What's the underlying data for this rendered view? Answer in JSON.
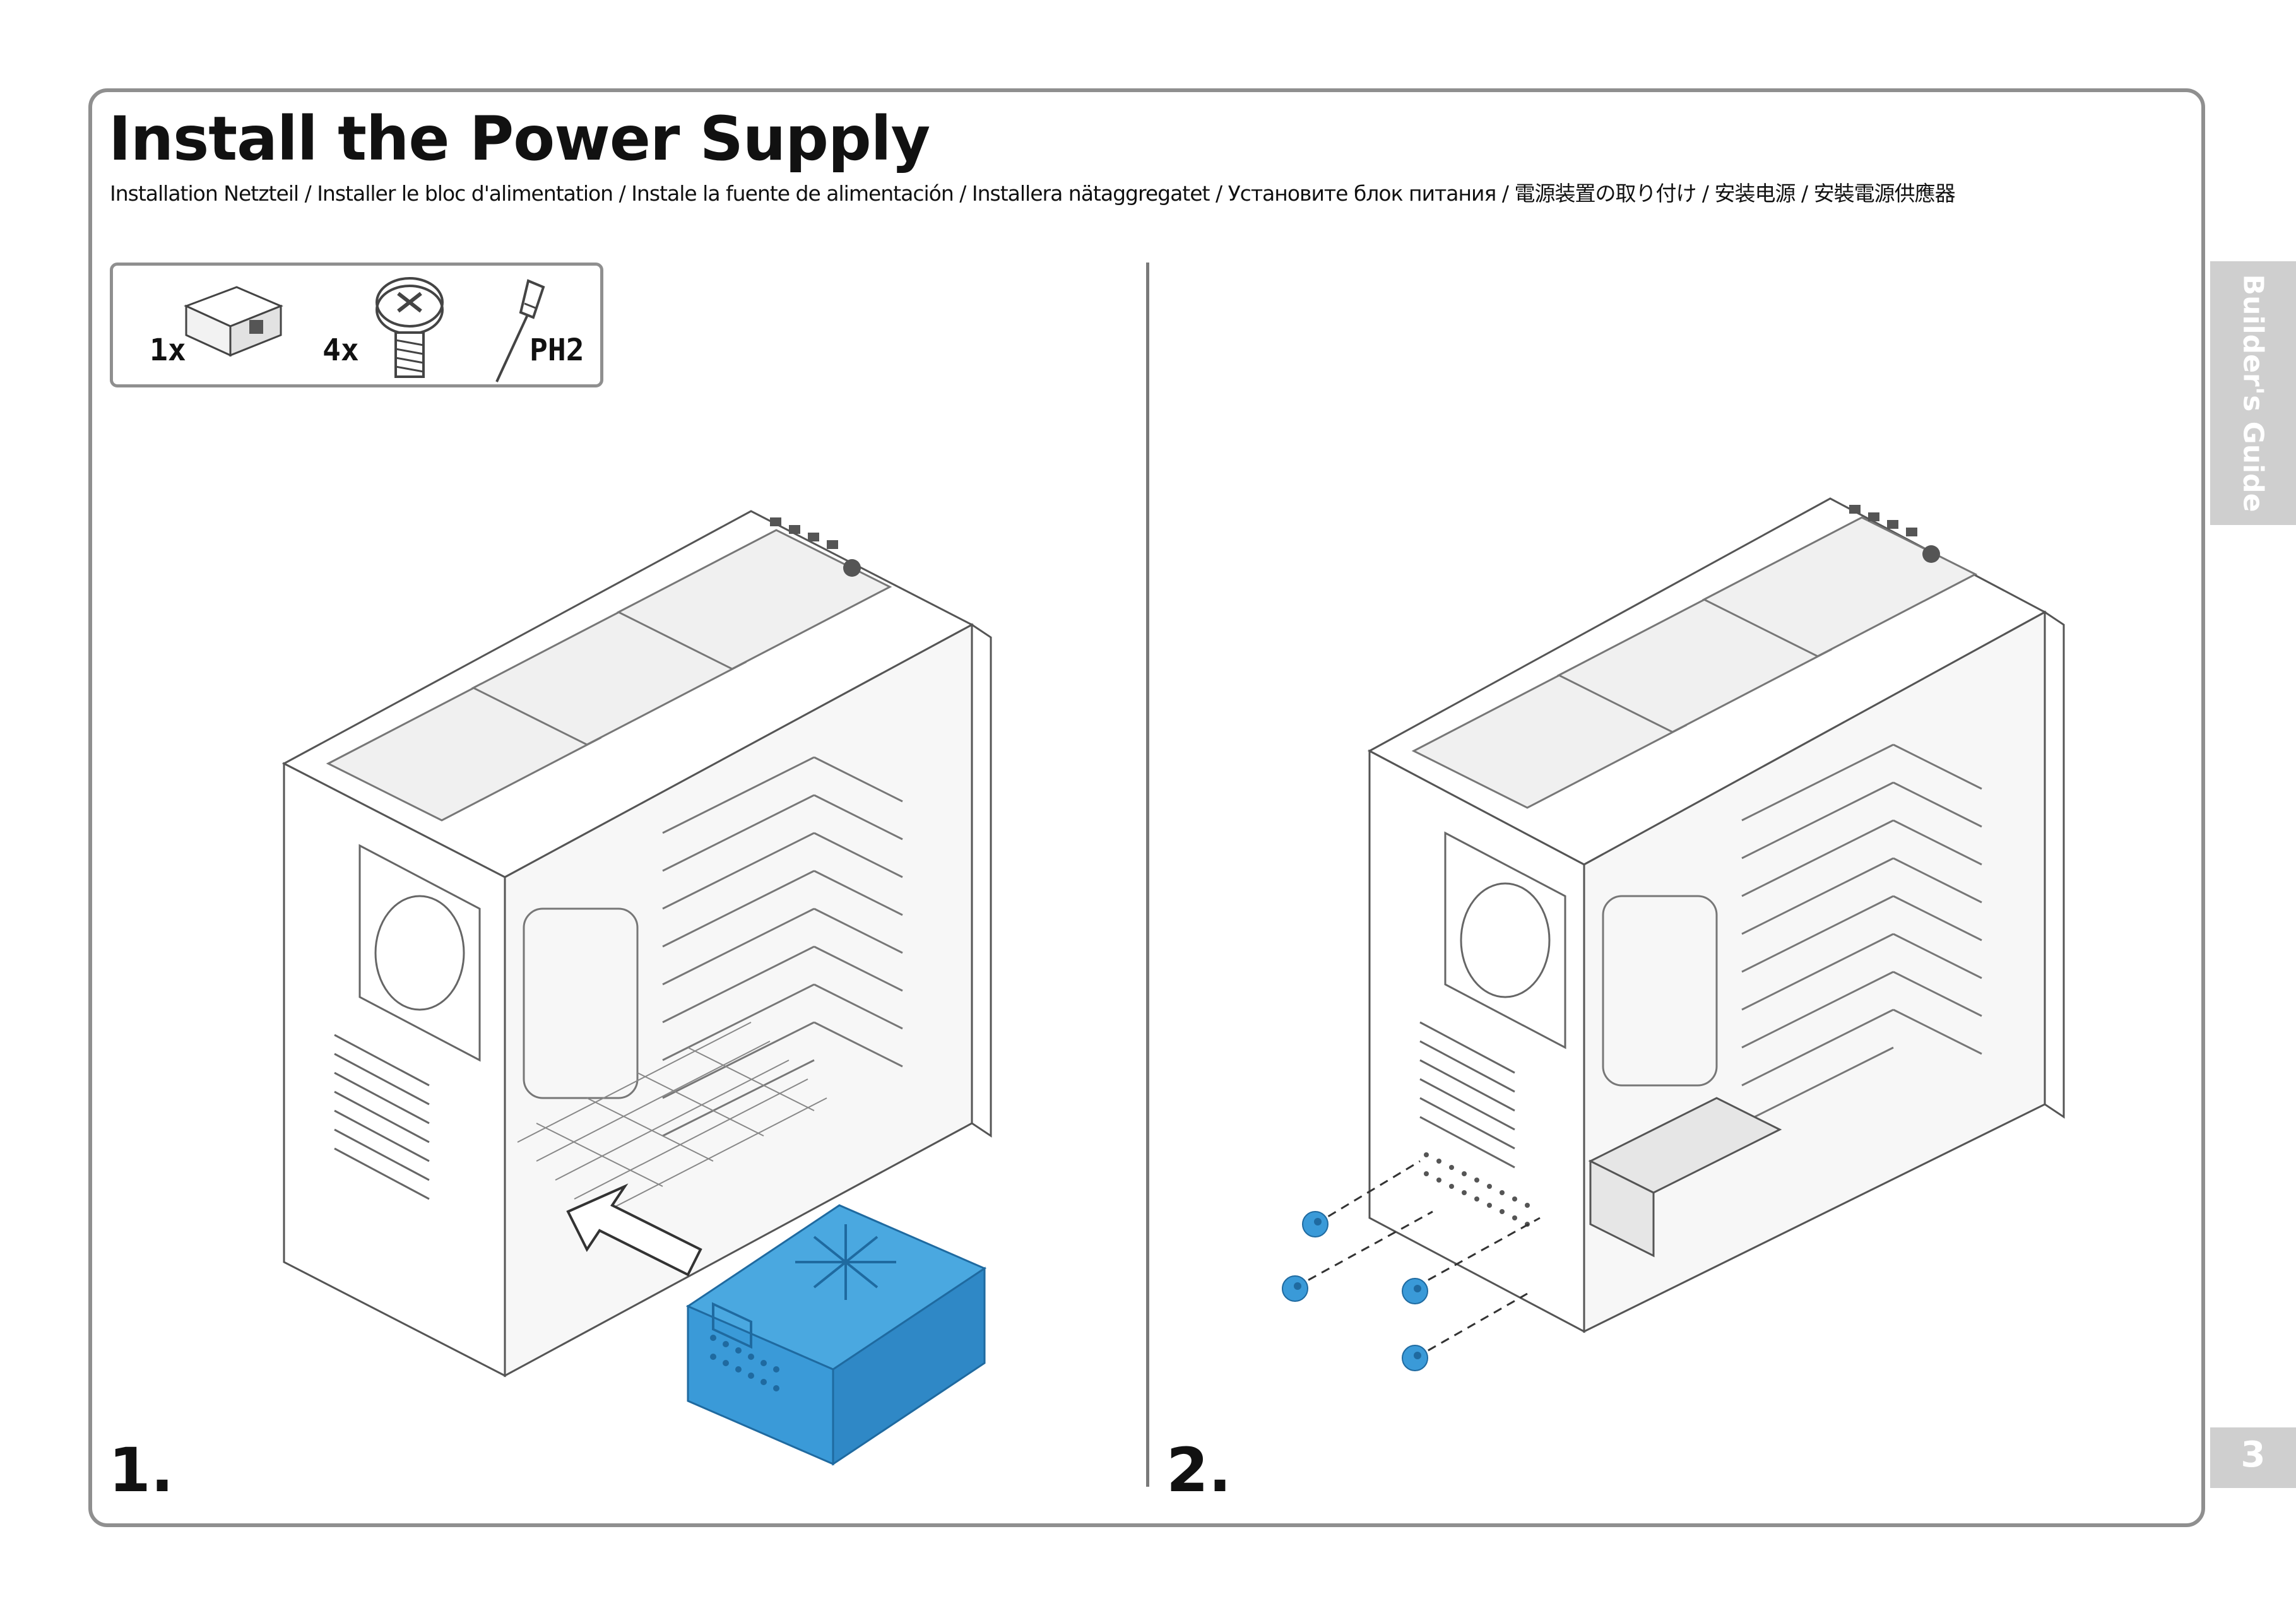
{
  "page": {
    "title": "Install the Power Supply",
    "subtitle": "Installation Netzteil / Installer le bloc d'alimentation / Instale la fuente de alimentación / Installera nätaggregatet / Установите блок питания / 電源装置の取り付け / 安装电源 / 安裝電源供應器"
  },
  "parts": [
    {
      "label": "1x",
      "icon": "power-supply-icon"
    },
    {
      "label": "4x",
      "icon": "screw-icon"
    },
    {
      "label": "PH2",
      "icon": "screwdriver-icon"
    }
  ],
  "steps": [
    {
      "number": "1."
    },
    {
      "number": "2."
    }
  ],
  "sidebar": {
    "section": "Builder's Guide"
  },
  "page_number": "3",
  "colors": {
    "accent_blue": "#3a9ad8",
    "frame_gray": "#8f8f8f",
    "tab_gray": "#cfcfcf",
    "line_art": "#555555"
  }
}
